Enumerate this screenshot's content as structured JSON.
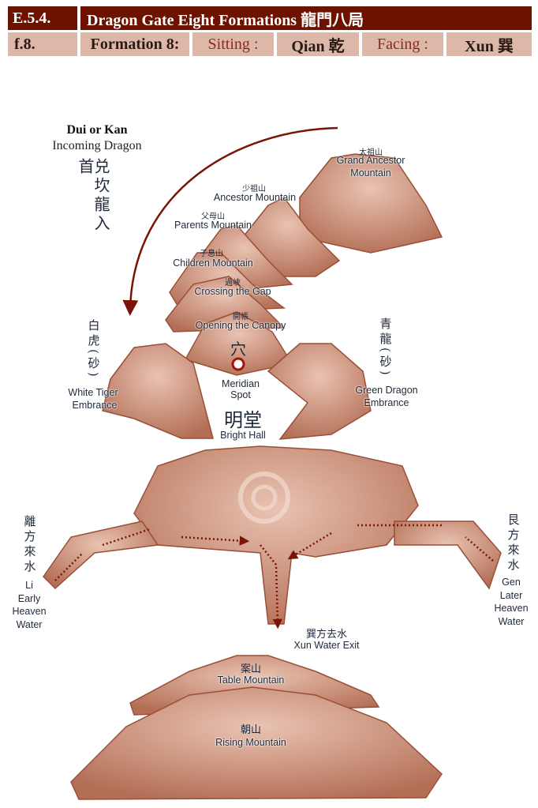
{
  "header": {
    "section": "E.5.4.",
    "title": "Dragon Gate Eight Formations 龍門八局",
    "fig": "f.8.",
    "formation": "Formation 8:",
    "sitting_label": "Sitting :",
    "sitting_value": "Qian 乾",
    "facing_label": "Facing :",
    "facing_value": "Xun 巽"
  },
  "incoming": {
    "title": "Dui or Kan",
    "subtitle": "Incoming Dragon",
    "chinese": "兑坎龍入首"
  },
  "mountains": [
    {
      "zh": "太祖山",
      "en1": "Grand Ancestor",
      "en2": "Mountain"
    },
    {
      "zh": "少祖山",
      "en1": "Ancestor Mountain"
    },
    {
      "zh": "父母山",
      "en1": "Parents Mountain"
    },
    {
      "zh": "子息山",
      "en1": "Children Mountain"
    },
    {
      "zh": "過峽",
      "en1": "Crossing the Gap"
    },
    {
      "zh": "開帳",
      "en1": "Opening the Canopy"
    }
  ],
  "spot": {
    "zh": "穴",
    "en1": "Meridian",
    "en2": "Spot"
  },
  "white_tiger": {
    "zh": "白虎(砂)",
    "en1": "White Tiger",
    "en2": "Embrance"
  },
  "green_dragon": {
    "zh": "青龍(砂)",
    "en1": "Green Dragon",
    "en2": "Embrance"
  },
  "bright_hall": {
    "zh": "明堂",
    "en": "Bright Hall"
  },
  "li_water": {
    "zh": "離方來水",
    "l1": "Li",
    "l2": "Early",
    "l3": "Heaven",
    "l4": "Water"
  },
  "gen_water": {
    "zh": "艮方來水",
    "l1": "Gen",
    "l2": "Later",
    "l3": "Heaven",
    "l4": "Water"
  },
  "exit": {
    "zh": "巽方去水",
    "en": "Xun Water Exit"
  },
  "table": {
    "zh": "案山",
    "en": "Table Mountain"
  },
  "rising": {
    "zh": "朝山",
    "en": "Rising Mountain"
  },
  "colors": {
    "header_dark": "#6e1200",
    "header_light": "#ddb8a8",
    "mountain": "#c58770",
    "arrow": "#7a1406"
  }
}
